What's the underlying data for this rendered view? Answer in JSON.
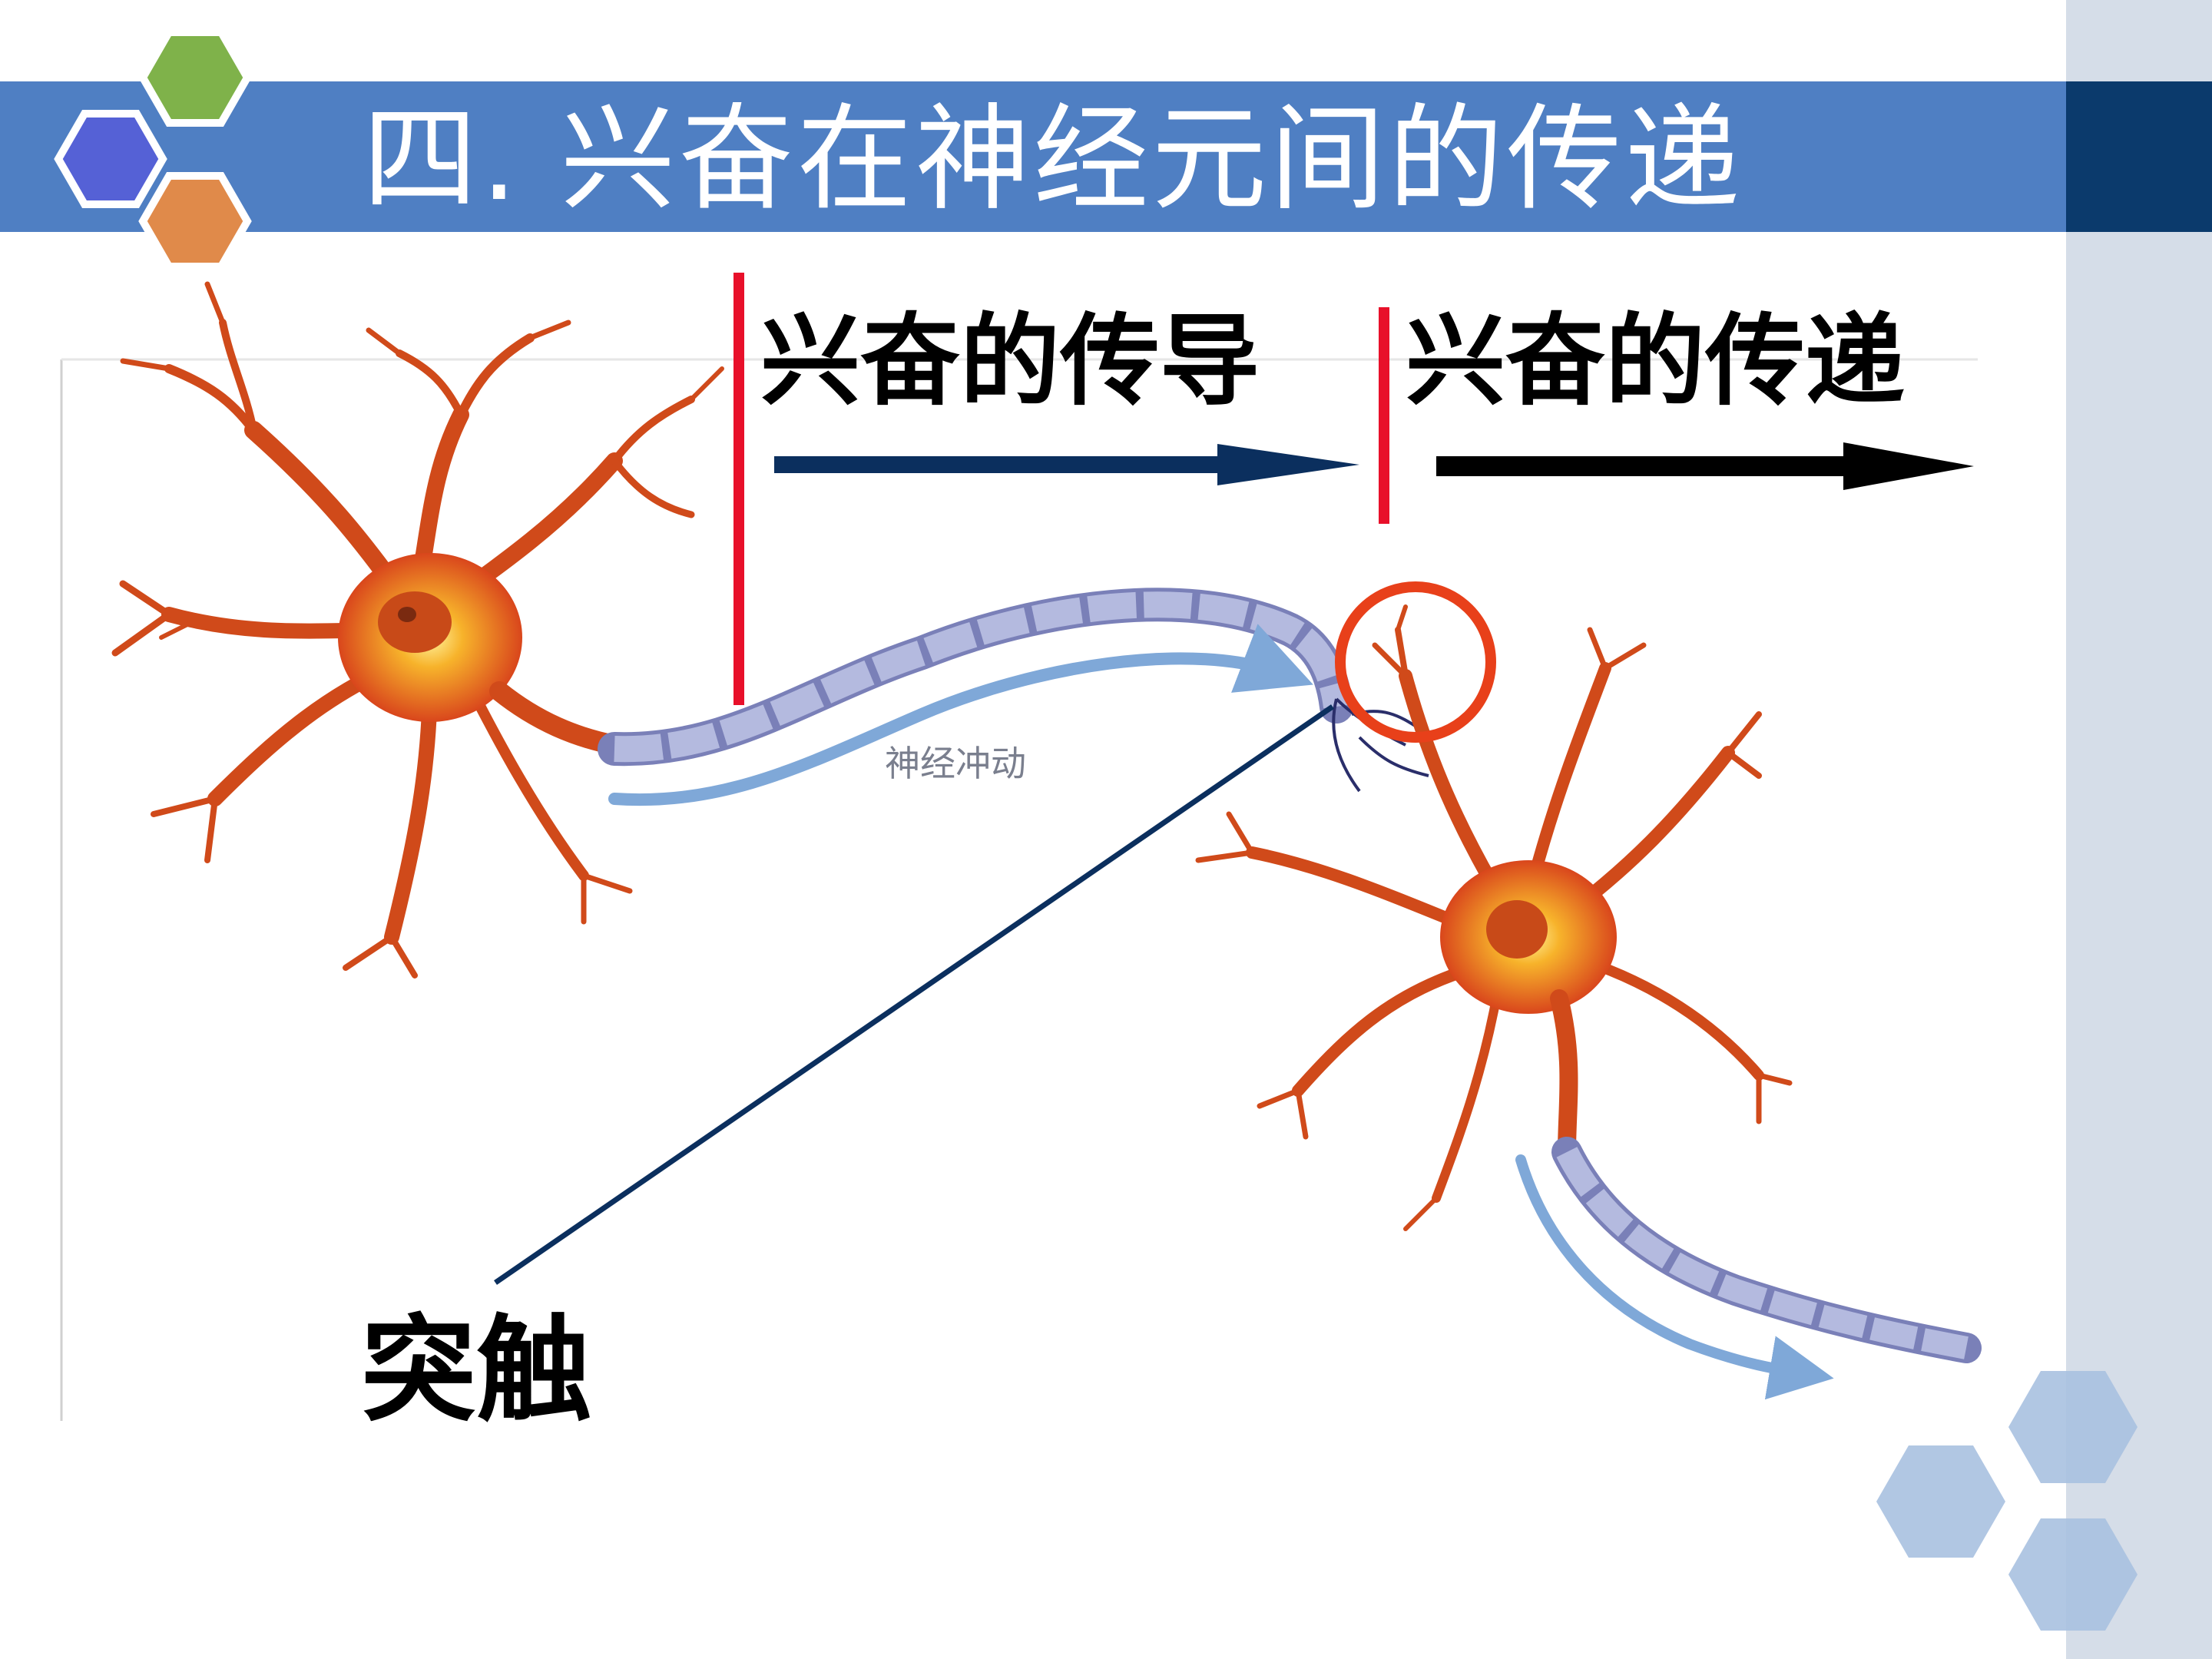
{
  "slide": {
    "title": "四. 兴奋在神经元间的传递",
    "conduction_label": "兴奋的传导",
    "transmission_label": "兴奋的传递",
    "synapse_label": "突触",
    "nerve_impulse_label": "神经冲动"
  },
  "colors": {
    "title_bar": "#4f7fc3",
    "title_bar_dark": "#0b3a6c",
    "right_strip": "#d5dde8",
    "divider_red": "#e8102a",
    "conduction_arrow": "#0b2f5e",
    "transmission_arrow": "#000000",
    "highlight_circle": "#e8401a",
    "pointer_line": "#0b2f5e",
    "neuron_body": "#e0561e",
    "neuron_core": "#f7b32b",
    "axon_myelin": "#a4abd2",
    "impulse_arrow": "#7fa8d8",
    "hex_blue": "#5561d6",
    "hex_green": "#7fb24a",
    "hex_orange": "#e08a4a",
    "hex_light": "#a9c1e0"
  },
  "icons": [
    "hexagon-cluster-logo-icon",
    "hexagon-cluster-decoration-icon"
  ]
}
